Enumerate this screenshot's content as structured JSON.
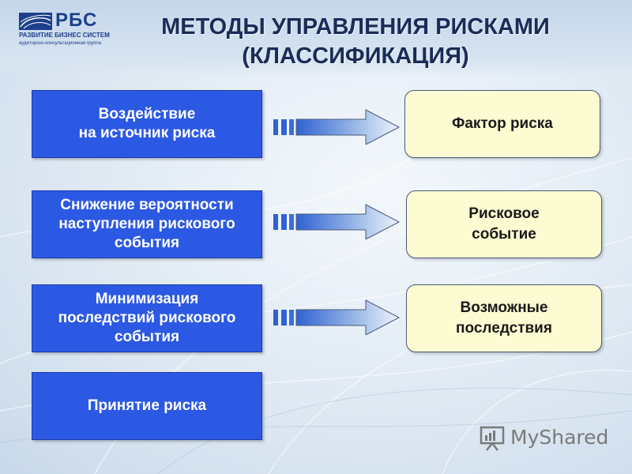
{
  "logo": {
    "name": "РБС",
    "tagline": "РАЗВИТИЕ БИЗНЕС СИСТЕМ",
    "subtagline": "аудиторско-консультационная группа"
  },
  "title": {
    "line1": "МЕТОДЫ УПРАВЛЕНИЯ РИСКАМИ",
    "line2": "(КЛАССИФИКАЦИЯ)"
  },
  "methods": [
    "Воздействие\nна источник риска",
    "Снижение вероятности\nнаступления рискового\nсобытия",
    "Минимизация\nпоследствий рискового\nсобытия",
    "Принятие риска"
  ],
  "outcomes": [
    "Фактор риска",
    "Рисковое\nсобытие",
    "Возможные\nпоследствия"
  ],
  "watermark": {
    "text": "MyShared"
  },
  "colors": {
    "method_fill": "#2c59e3",
    "outcome_fill": "#fdfbd1",
    "arrow_fill": "#3a6fd8",
    "title_color": "#1a2c57"
  }
}
